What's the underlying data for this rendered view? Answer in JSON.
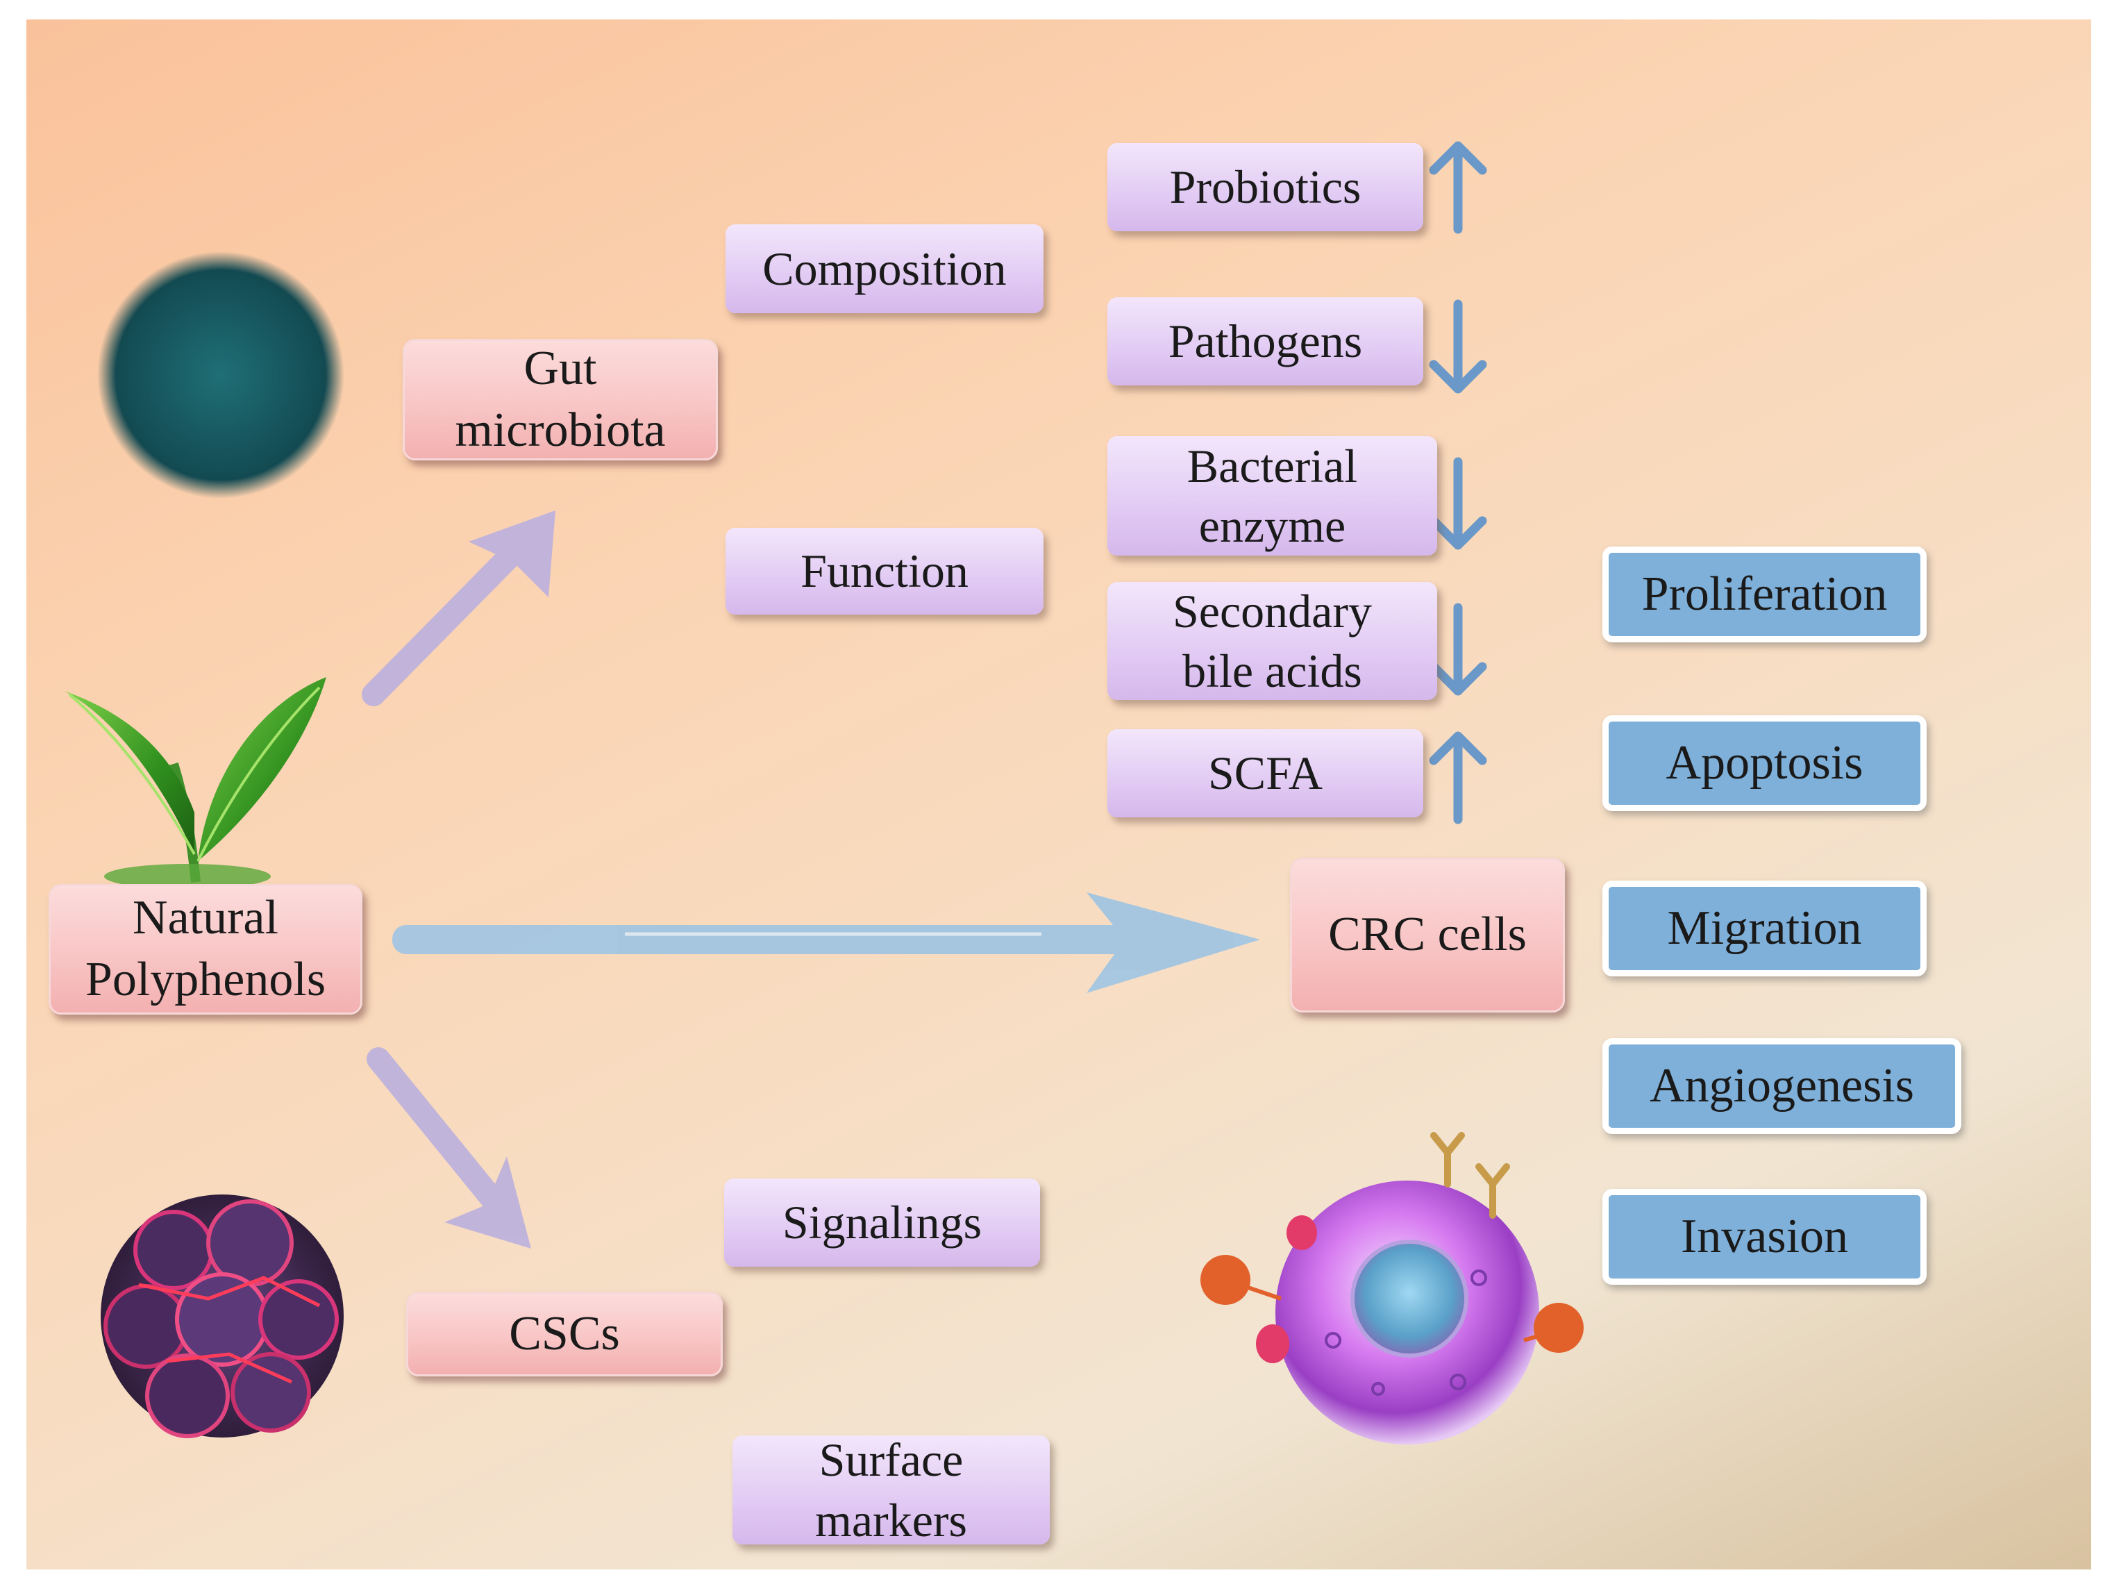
{
  "nodes": {
    "natural_polyphenols": "Natural\nPolyphenols",
    "gut_microbiota": "Gut\nmicrobiota",
    "cscs": "CSCs",
    "crc_cells": "CRC cells",
    "composition": "Composition",
    "function": "Function",
    "signalings": "Signalings",
    "surface_markers": "Surface\nmarkers",
    "probiotics": "Probiotics",
    "pathogens": "Pathogens",
    "bacterial_enzyme": "Bacterial\nenzyme",
    "secondary_bile_acids": "Secondary\nbile acids",
    "scfa": "SCFA",
    "proliferation": "Proliferation",
    "apoptosis": "Apoptosis",
    "migration": "Migration",
    "angiogenesis": "Angiogenesis",
    "invasion": "Invasion"
  },
  "trends": {
    "probiotics": "up",
    "pathogens": "down",
    "bacterial_enzyme": "down",
    "secondary_bile_acids": "down",
    "scfa": "up"
  },
  "colors": {
    "purple_box": "#e3cdf4",
    "pink_box": "#f8c3c3",
    "blue_box": "#7fb0d9",
    "trend_arrow": "#6a98c8",
    "pathway_arrow_purple": "#b8aee0",
    "pathway_arrow_blue": "#9ec4e3"
  },
  "icons": {
    "bacteria": "bacteria-image",
    "plant": "plant-sprout-image",
    "tumor": "tumor-cell-cluster-image",
    "cancer_cell": "cancer-cell-image"
  }
}
